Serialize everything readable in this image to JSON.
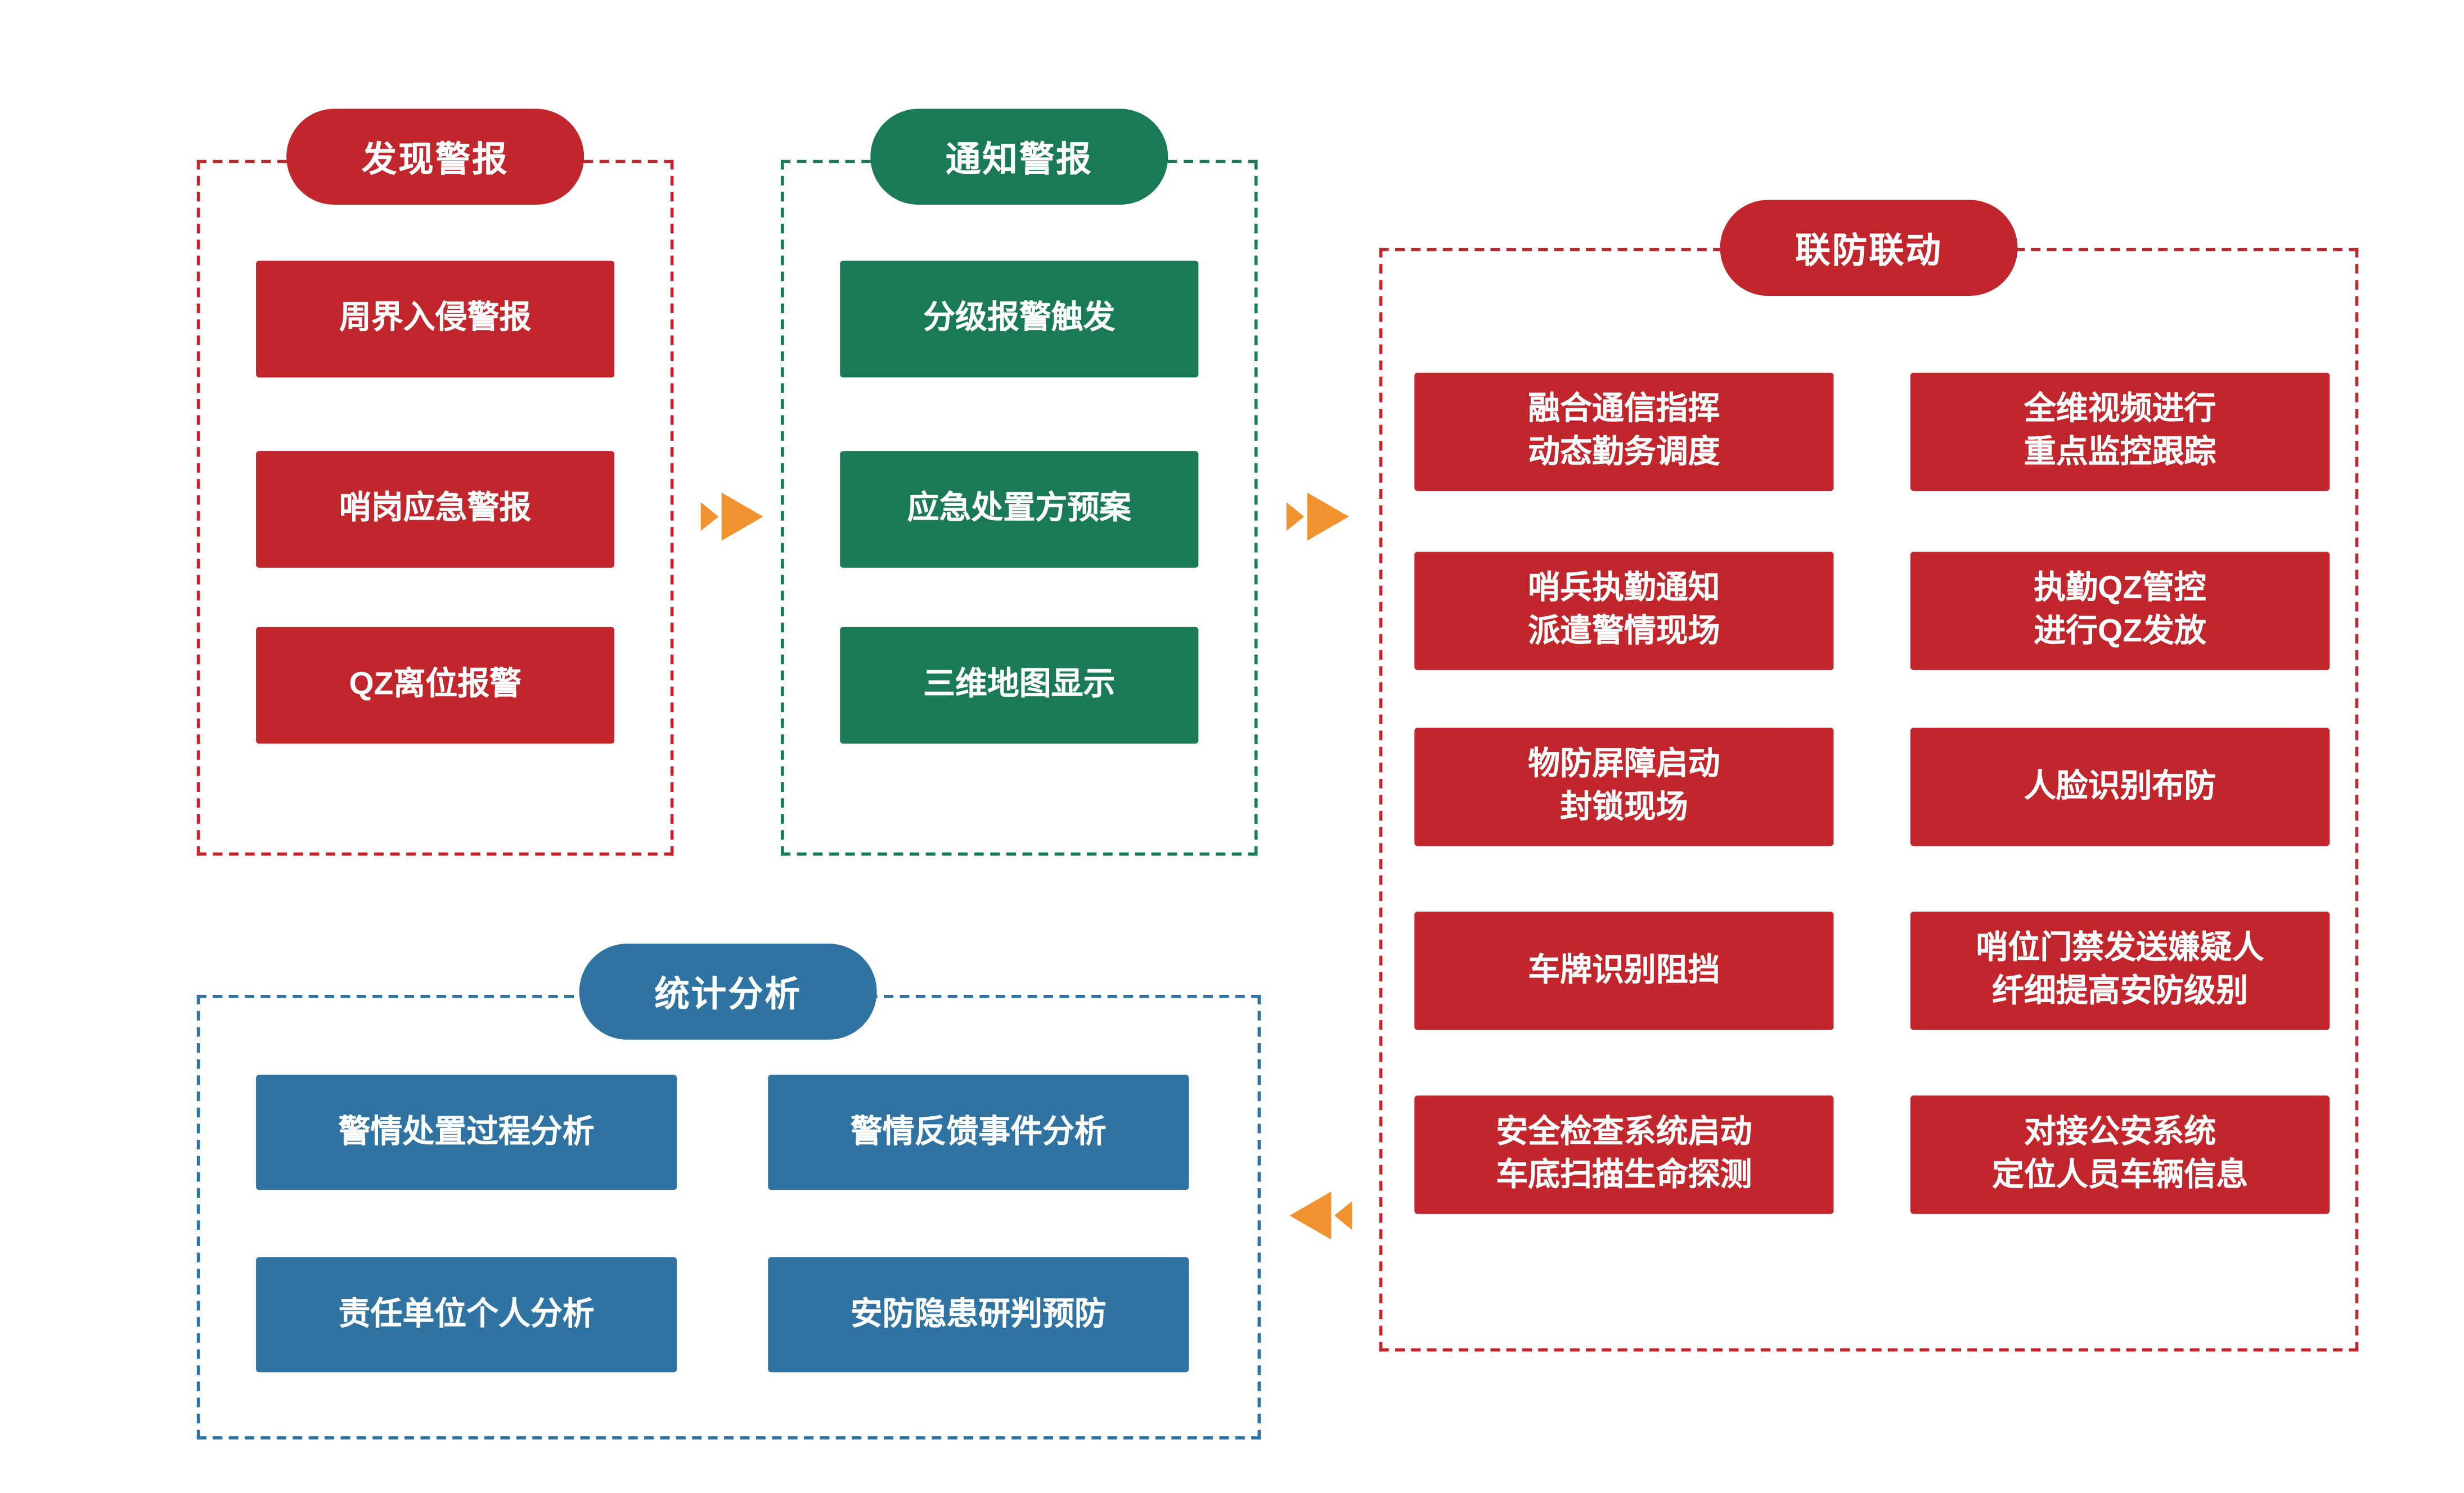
{
  "colors": {
    "red": "#C1262D",
    "green": "#1A7A55",
    "blue": "#2F73A2",
    "orange": "#F0922E",
    "background": "#FFFFFF",
    "text_on_fill": "#FFFFFF"
  },
  "sections": {
    "discover": {
      "title": "发现警报",
      "items": [
        "周界入侵警报",
        "哨岗应急警报",
        "QZ离位报警"
      ]
    },
    "notify": {
      "title": "通知警报",
      "items": [
        "分级报警触发",
        "应急处置方预案",
        "三维地图显示"
      ]
    },
    "linkage": {
      "title": "联防联动",
      "left_items": [
        "融合通信指挥\n动态勤务调度",
        "哨兵执勤通知\n派遣警情现场",
        "物防屏障启动\n封锁现场",
        "车牌识别阻挡",
        "安全检查系统启动\n车底扫描生命探测"
      ],
      "right_items": [
        "全维视频进行\n重点监控跟踪",
        "执勤QZ管控\n进行QZ发放",
        "人脸识别布防",
        "哨位门禁发送嫌疑人\n纤细提高安防级别",
        "对接公安系统\n定位人员车辆信息"
      ]
    },
    "stats": {
      "title": "统计分析",
      "items": [
        "警情处置过程分析",
        "警情反馈事件分析",
        "责任单位个人分析",
        "安防隐患研判预防"
      ]
    }
  },
  "icons": {
    "flow_arrow": "double-chevron-arrow"
  }
}
